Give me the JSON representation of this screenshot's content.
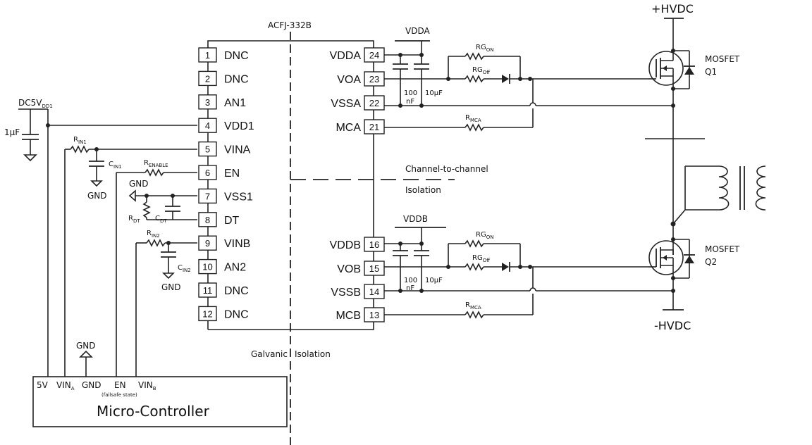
{
  "ic": {
    "part_number": "ACFJ-332B",
    "left_pins": [
      {
        "num": "1",
        "name": "DNC"
      },
      {
        "num": "2",
        "name": "DNC"
      },
      {
        "num": "3",
        "name": "AN1"
      },
      {
        "num": "4",
        "name": "VDD1"
      },
      {
        "num": "5",
        "name": "VINA"
      },
      {
        "num": "6",
        "name": "EN"
      },
      {
        "num": "7",
        "name": "VSS1"
      },
      {
        "num": "8",
        "name": "DT"
      },
      {
        "num": "9",
        "name": "VINB"
      },
      {
        "num": "10",
        "name": "AN2"
      },
      {
        "num": "11",
        "name": "DNC"
      },
      {
        "num": "12",
        "name": "DNC"
      }
    ],
    "right_pins": [
      {
        "num": "24",
        "name": "VDDA"
      },
      {
        "num": "23",
        "name": "VOA"
      },
      {
        "num": "22",
        "name": "VSSA"
      },
      {
        "num": "21",
        "name": "MCA"
      },
      {
        "num": "16",
        "name": "VDDB"
      },
      {
        "num": "15",
        "name": "VOB"
      },
      {
        "num": "14",
        "name": "VSSB"
      },
      {
        "num": "13",
        "name": "MCB"
      }
    ]
  },
  "labels": {
    "supply_main": "DC5V",
    "supply_sub": "DD1",
    "cap_vdd": "1µF",
    "r_in1": "R",
    "r_in1_sub": "IN1",
    "c_in1": "C",
    "c_in1_sub": "IN1",
    "r_enable": "R",
    "r_enable_sub": "ENABLE",
    "gnd": "GND",
    "r_dt": "R",
    "r_dt_sub": "DT",
    "c_dt": "C",
    "c_dt_sub": "DT",
    "r_in2": "R",
    "r_in2_sub": "IN2",
    "c_in2": "C",
    "c_in2_sub": "IN2",
    "vdda": "VDDA",
    "vddb": "VDDB",
    "rg_on": "RG",
    "rg_on_sub": "ON",
    "rg_off": "RG",
    "rg_off_sub": "Off",
    "r_mca": "R",
    "r_mca_sub": "MCA",
    "cap_100": "100",
    "cap_nf": "nF",
    "cap_10u": "10µF",
    "hvdc_pos": "+HVDC",
    "hvdc_neg": "-HVDC",
    "mosfet": "MOSFET",
    "q1": "Q1",
    "q2": "Q2",
    "channel_iso_1": "Channel-to-channel",
    "channel_iso_2": "Isolation",
    "galvanic_1": "Galvanic",
    "galvanic_2": "Isolation"
  },
  "controller": {
    "title": "Micro-Controller",
    "pin_5v": "5V",
    "pin_vina": "VIN",
    "pin_vina_sub": "A",
    "pin_gnd": "GND",
    "pin_en": "EN",
    "pin_en_note": "(failsafe state)",
    "pin_vinb": "VIN",
    "pin_vinb_sub": "B"
  }
}
